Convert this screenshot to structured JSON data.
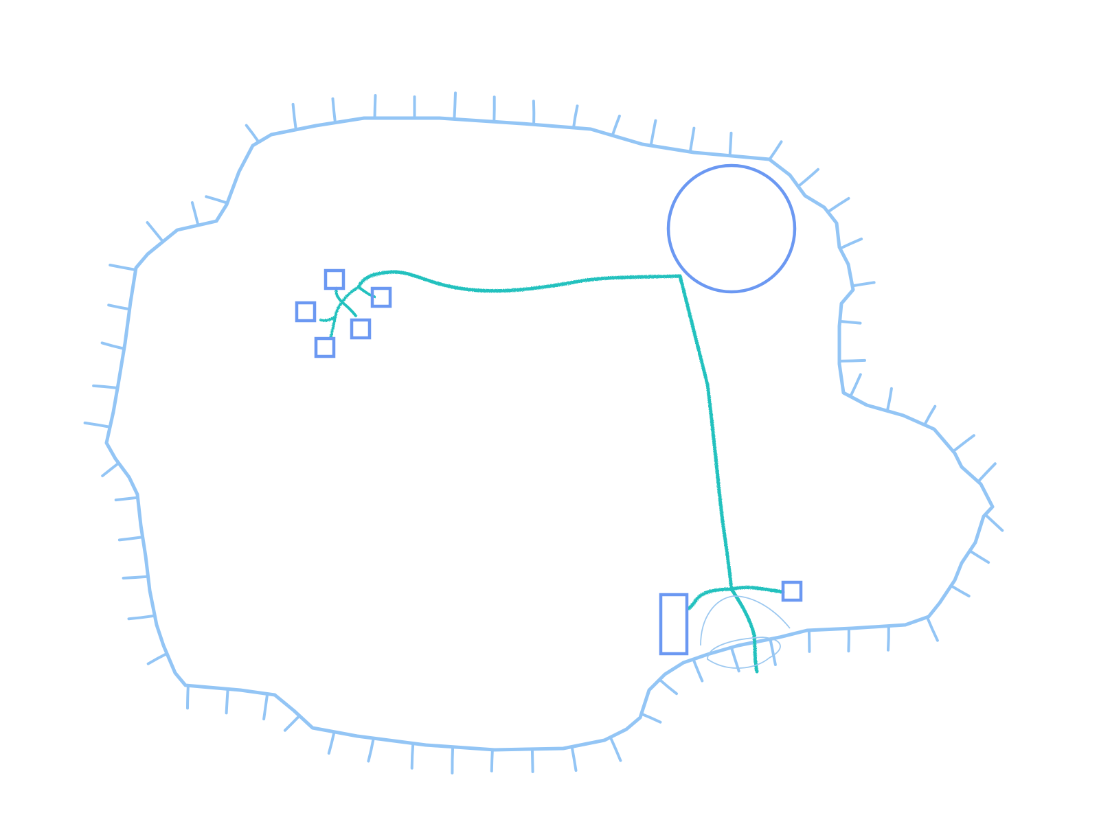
{
  "diagram": {
    "type": "hand-drawn site sketch",
    "colors": {
      "background": "#ffffff",
      "boundary": "#93c5f5",
      "structures": "#6b98f2",
      "path": "#21c1be",
      "thin_outline": "#9cc8f0"
    },
    "elements": [
      {
        "kind": "hachured-boundary",
        "label": ""
      },
      {
        "kind": "large-circle",
        "label": ""
      },
      {
        "kind": "small-square-cluster",
        "count": 5,
        "label": ""
      },
      {
        "kind": "tall-rectangle",
        "label": ""
      },
      {
        "kind": "small-square",
        "label": ""
      },
      {
        "kind": "branching-path",
        "label": ""
      },
      {
        "kind": "lens-outline",
        "label": ""
      }
    ]
  }
}
